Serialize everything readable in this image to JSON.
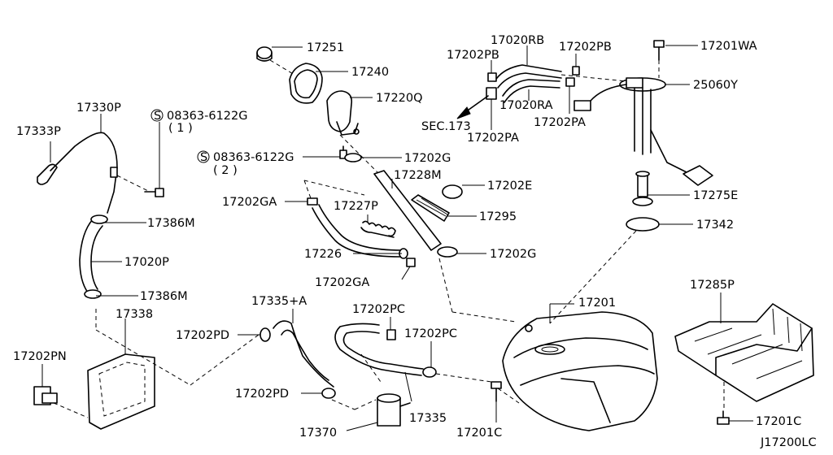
{
  "labels": {
    "p17251": "17251",
    "p17240": "17240",
    "p17220Q": "17220Q",
    "p17330P": "17330P",
    "p17333P": "17333P",
    "bolt1": "08363-6122G",
    "bolt1_qty": "( 1 )",
    "bolt2": "08363-6122G",
    "bolt2_qty": "( 2 )",
    "p17202G_a": "17202G",
    "p17228M": "17228M",
    "p17202E": "17202E",
    "p17202GA_a": "17202GA",
    "p17227P": "17227P",
    "p17295": "17295",
    "p17226": "17226",
    "p17202G_b": "17202G",
    "p17202GA_b": "17202GA",
    "p17386M_a": "17386M",
    "p17020P": "17020P",
    "p17386M_b": "17386M",
    "p17338": "17338",
    "p17020RB": "17020RB",
    "p17202PB_a": "17202PB",
    "p17202PB_b": "17202PB",
    "p17201WA": "17201WA",
    "p25060Y": "25060Y",
    "sec173": "SEC.173",
    "p17020RA": "17020RA",
    "p17202PA_a": "17202PA",
    "p17202PA_b": "17202PA",
    "p17275E": "17275E",
    "p17342": "17342",
    "p17285P": "17285P",
    "p17201": "17201",
    "p17335A": "17335+A",
    "p17202PC_a": "17202PC",
    "p17202PC_b": "17202PC",
    "p17202PD_a": "17202PD",
    "p17202PD_b": "17202PD",
    "p17202PN": "17202PN",
    "p17370": "17370",
    "p17335": "17335",
    "p17201C_a": "17201C",
    "p17201C_b": "17201C",
    "diagram_id": "J17200LC"
  },
  "icons": {
    "screw_symbol": "S"
  }
}
